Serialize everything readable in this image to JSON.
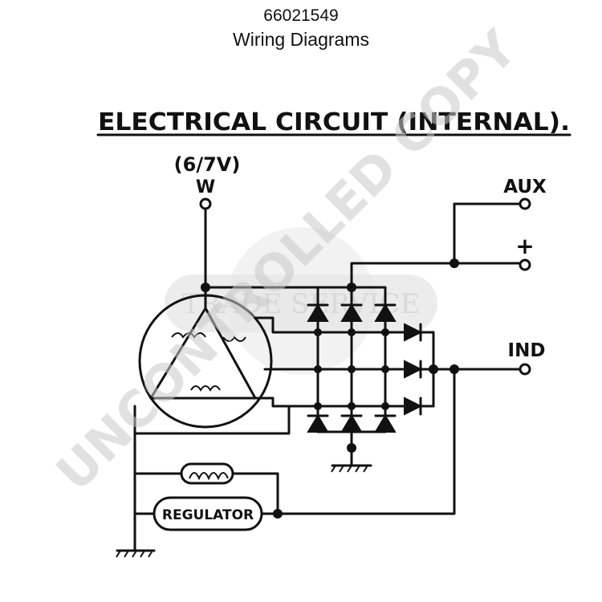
{
  "header": {
    "part_number": "66021549",
    "subtitle": "Wiring Diagrams"
  },
  "diagram": {
    "title": "ELECTRICAL CIRCUIT (INTERNAL).",
    "labels": {
      "voltage": "(6/7V)",
      "w_terminal": "W",
      "aux": "AUX",
      "plus": "+",
      "ind": "IND",
      "regulator": "REGULATOR"
    }
  },
  "watermark": {
    "stamp": "UNCONTROLLED COPY",
    "logo_text": "TRADE SERVICE"
  }
}
